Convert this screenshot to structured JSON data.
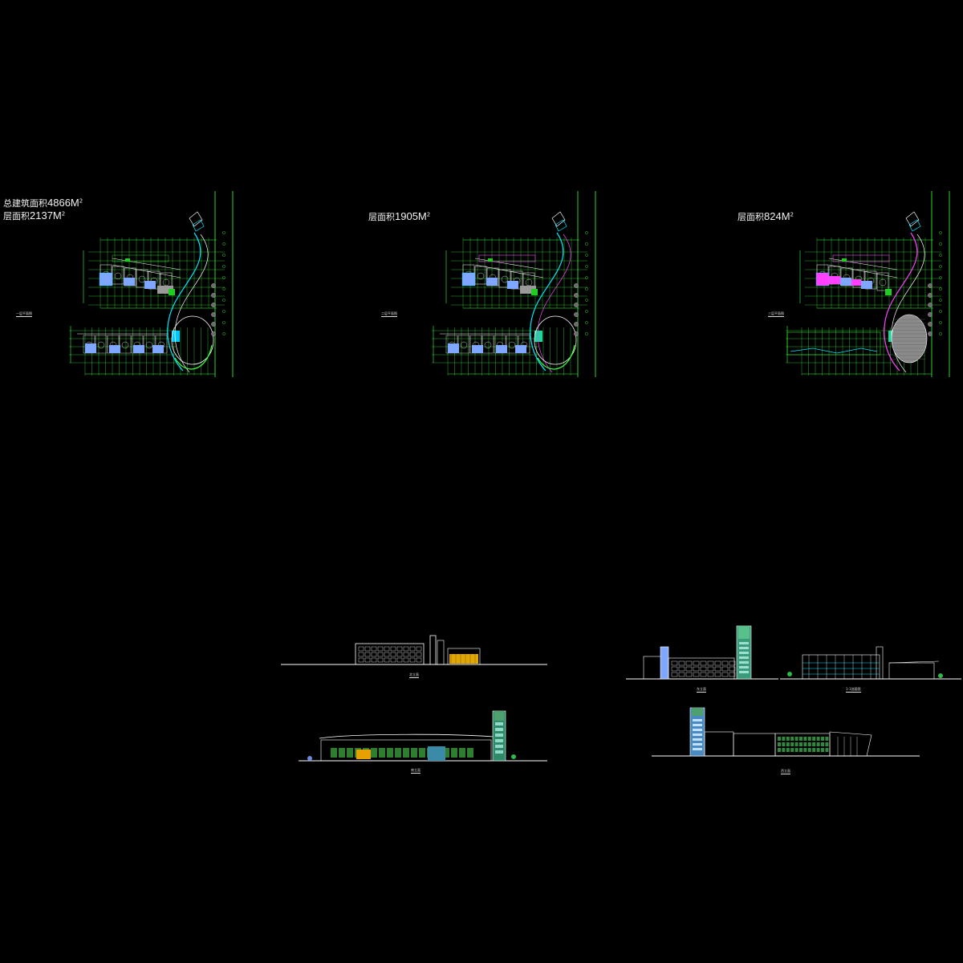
{
  "drawing": {
    "background": "#000000",
    "line_colors": {
      "grid": "#3cff3c",
      "cyan": "#00e5ff",
      "magenta": "#ff40ff",
      "white": "#ffffff",
      "yellow": "#ffd200"
    }
  },
  "plans": [
    {
      "label": "总建筑面积",
      "value": "4866M",
      "sup": "2",
      "label2": "层面积",
      "value2": "2137M",
      "sup2": "2",
      "caption": "一层平面图"
    },
    {
      "label": "层面积",
      "value": "1905M",
      "sup": "2",
      "caption": "二层平面图"
    },
    {
      "label": "层面积",
      "value": "824M",
      "sup": "2",
      "caption": "三层平面图"
    }
  ],
  "elevations": [
    {
      "caption": "北立面"
    },
    {
      "caption": "东立面"
    },
    {
      "caption": "1-1剖面图"
    },
    {
      "caption": "南立面"
    },
    {
      "caption": "西立面"
    }
  ]
}
